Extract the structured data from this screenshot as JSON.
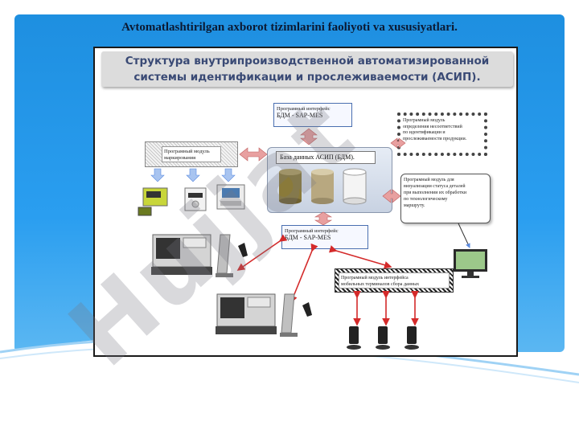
{
  "slide": {
    "title": "Avtomatlashtirilgan axborot tizimlarini faoliyoti va xususiyatlari."
  },
  "diagram": {
    "banner_line1": "Структура внутрипроизводственной автоматизированной",
    "banner_line2": "системы идентификации и прослеживаемости (АСИП).",
    "interface_top_line1": "Програмный интерфейс",
    "interface_top_line2": "БДМ - SAP-MES",
    "module_marking_line1": "Програмный модуль",
    "module_marking_line2": "маркирования",
    "database_label": "База данных АСИП (БДМ).",
    "module_nonconform_line1": "Програмный модуль",
    "module_nonconform_line2": "определения несоответствий",
    "module_nonconform_line3": "по идентификации и",
    "module_nonconform_line4": "прослеживаемости продукции.",
    "module_status_line1": "Програмный модуль для",
    "module_status_line2": "визуализации статуса деталей",
    "module_status_line3": "при выполнении их обработки",
    "module_status_line4": "по технологическому",
    "module_status_line5": "маршруту.",
    "interface_bottom_line1": "Програмный интерфейс",
    "interface_bottom_line2": "БДМ - SAP-MES",
    "module_mobile_line1": "Програмный модуль интерфейса",
    "module_mobile_line2": "мобильных терминалов сбора данных"
  },
  "watermark": {
    "text": "Hujjat"
  },
  "colors": {
    "slide_blue": "#2a9ef0",
    "banner_text": "#3a4a75",
    "arrow_red": "#d42a2a",
    "arrow_blue": "#5a8ae0"
  }
}
